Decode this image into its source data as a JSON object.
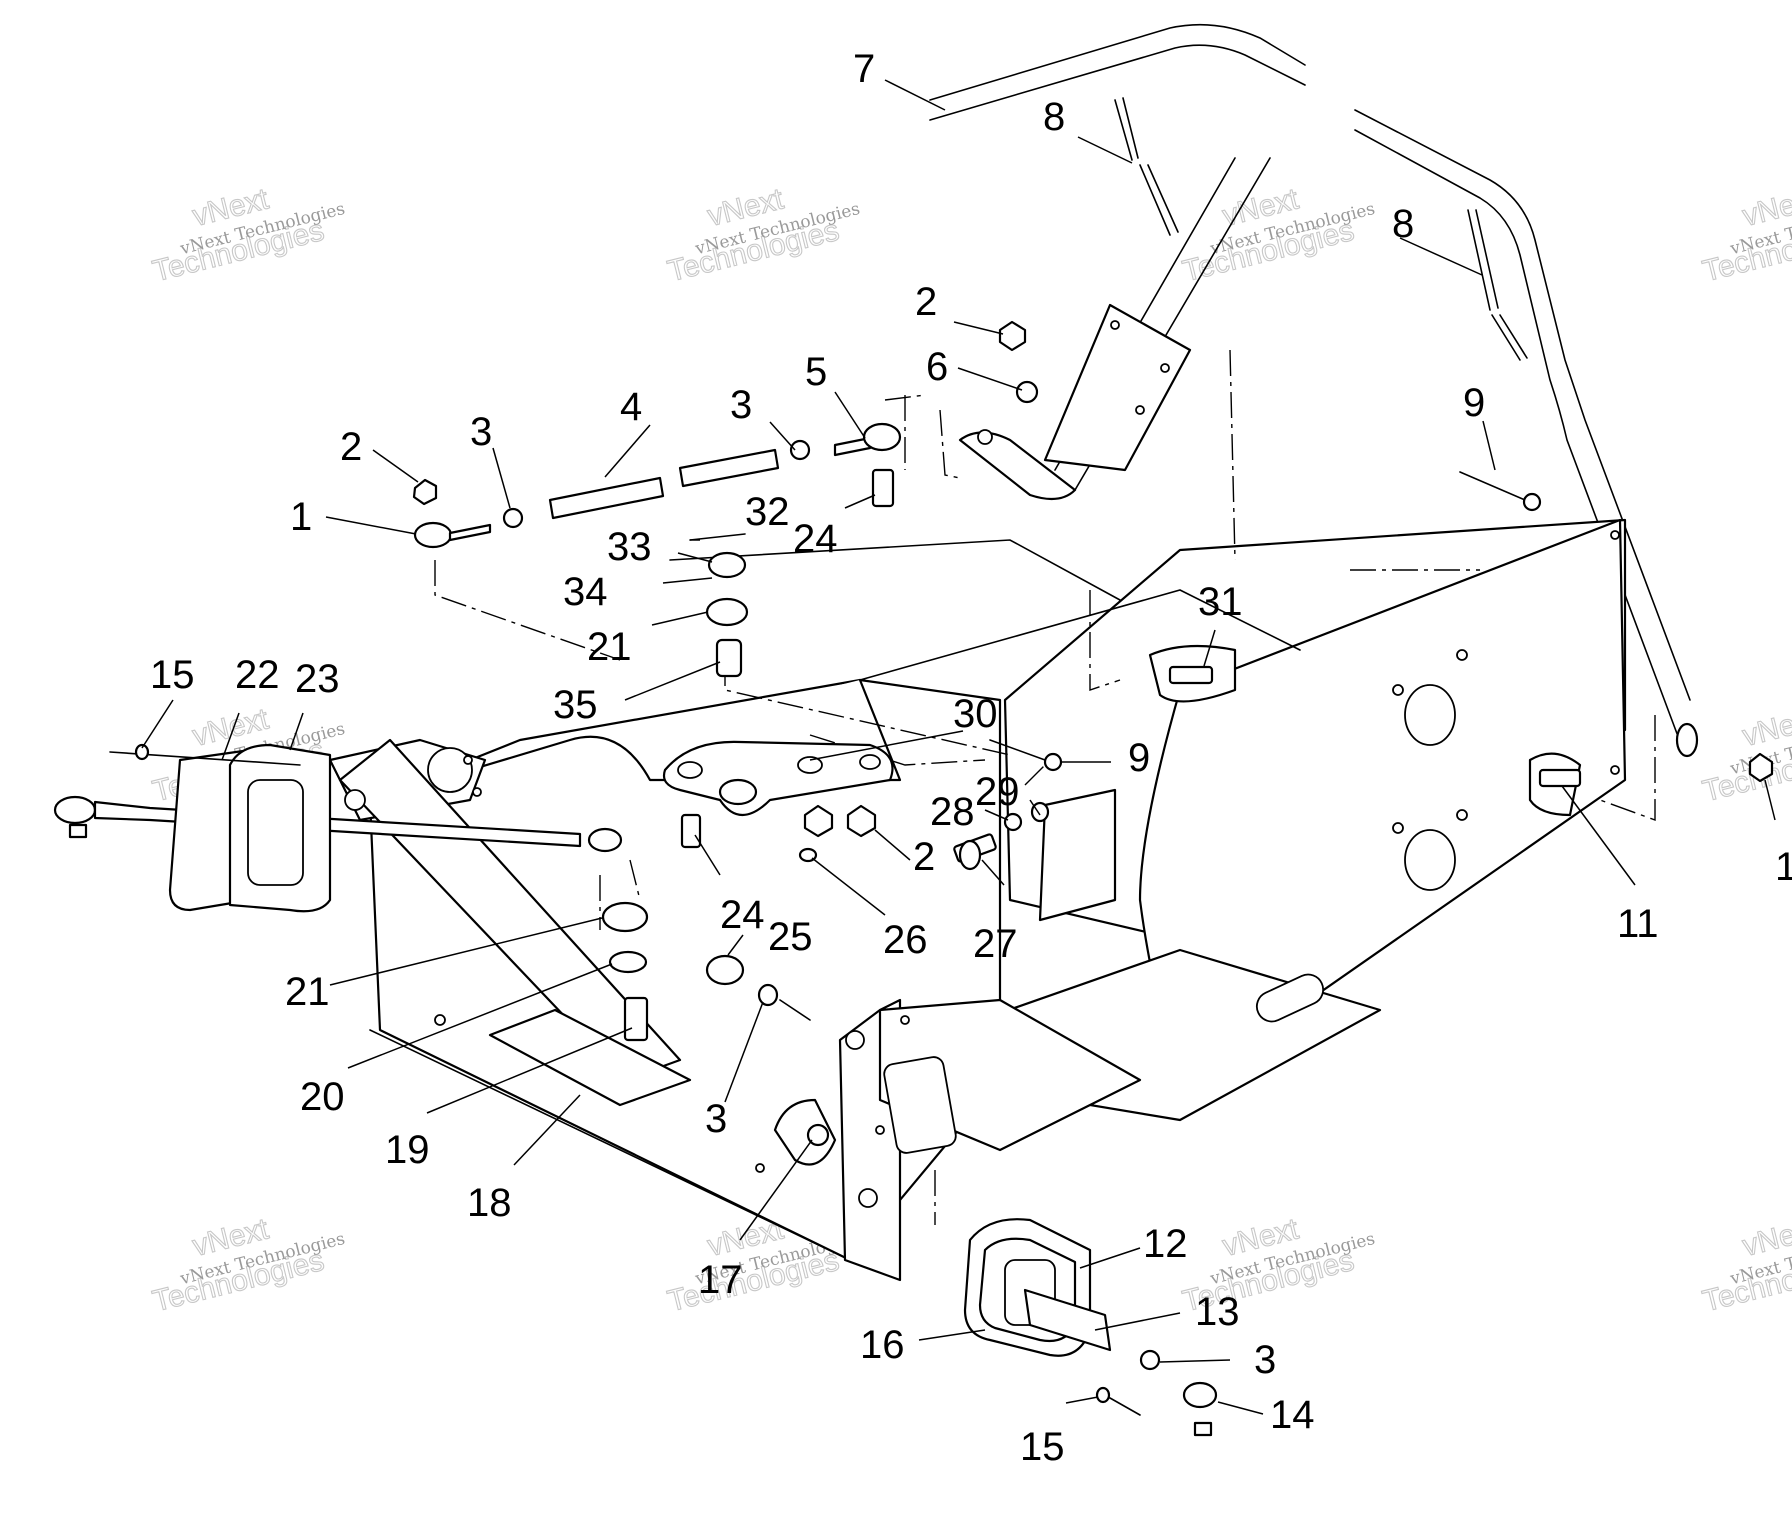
{
  "callouts": [
    {
      "id": "c1",
      "text": "1"
    },
    {
      "id": "c2a",
      "text": "2"
    },
    {
      "id": "c3a",
      "text": "3"
    },
    {
      "id": "c4",
      "text": "4"
    },
    {
      "id": "c3b",
      "text": "3"
    },
    {
      "id": "c5",
      "text": "5"
    },
    {
      "id": "c2b",
      "text": "2"
    },
    {
      "id": "c6",
      "text": "6"
    },
    {
      "id": "c7",
      "text": "7"
    },
    {
      "id": "c8a",
      "text": "8"
    },
    {
      "id": "c8b",
      "text": "8"
    },
    {
      "id": "c9a",
      "text": "9"
    },
    {
      "id": "c32",
      "text": "32"
    },
    {
      "id": "c33",
      "text": "33"
    },
    {
      "id": "c24a",
      "text": "24"
    },
    {
      "id": "c34",
      "text": "34"
    },
    {
      "id": "c21a",
      "text": "21"
    },
    {
      "id": "c31",
      "text": "31"
    },
    {
      "id": "c15a",
      "text": "15"
    },
    {
      "id": "c22",
      "text": "22"
    },
    {
      "id": "c23",
      "text": "23"
    },
    {
      "id": "c35",
      "text": "35"
    },
    {
      "id": "c30",
      "text": "30"
    },
    {
      "id": "c9b",
      "text": "9"
    },
    {
      "id": "c29",
      "text": "29"
    },
    {
      "id": "c28",
      "text": "28"
    },
    {
      "id": "c2c",
      "text": "2"
    },
    {
      "id": "c24b",
      "text": "24"
    },
    {
      "id": "c25",
      "text": "25"
    },
    {
      "id": "c26",
      "text": "26"
    },
    {
      "id": "c27",
      "text": "27"
    },
    {
      "id": "c11",
      "text": "11"
    },
    {
      "id": "c10",
      "text": "1"
    },
    {
      "id": "c21b",
      "text": "21"
    },
    {
      "id": "c20",
      "text": "20"
    },
    {
      "id": "c19",
      "text": "19"
    },
    {
      "id": "c18",
      "text": "18"
    },
    {
      "id": "c3c",
      "text": "3"
    },
    {
      "id": "c17",
      "text": "17"
    },
    {
      "id": "c12",
      "text": "12"
    },
    {
      "id": "c13",
      "text": "13"
    },
    {
      "id": "c16",
      "text": "16"
    },
    {
      "id": "c3d",
      "text": "3"
    },
    {
      "id": "c14",
      "text": "14"
    },
    {
      "id": "c15b",
      "text": "15"
    }
  ],
  "watermark": {
    "line1": "vNext Technologies",
    "line2": "vNext",
    "line3": "Technologies",
    "edge1": "vNext Tec",
    "edge2": "vNe",
    "edge3": "Technol"
  }
}
